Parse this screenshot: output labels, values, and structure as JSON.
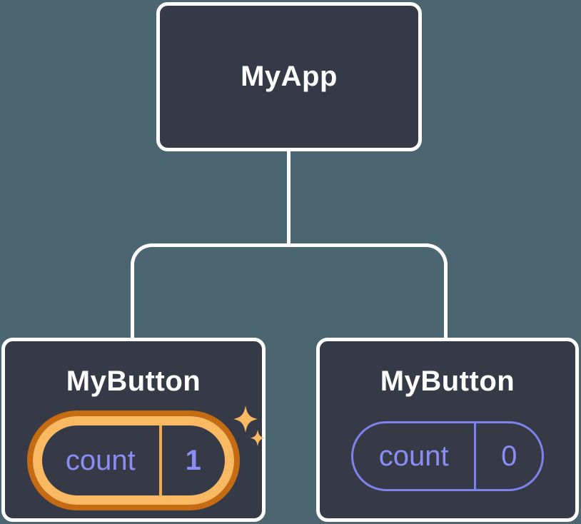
{
  "colors": {
    "bg": "#4C6671",
    "node-fill": "#353A46",
    "line": "#FFFFFF",
    "purple": "#8A8EF4",
    "purple-border": "#7E82EC",
    "gold": "#F9B963",
    "gold-divider": "#F2A94F",
    "orange": "#C56C12",
    "text-white": "#FFFFFF"
  },
  "tree": {
    "root": {
      "label": "MyApp"
    },
    "children": [
      {
        "label": "MyButton",
        "highlighted": true,
        "state": {
          "key": "count",
          "value": "1"
        },
        "decoration": "sparkles-icon"
      },
      {
        "label": "MyButton",
        "highlighted": false,
        "state": {
          "key": "count",
          "value": "0"
        }
      }
    ]
  }
}
